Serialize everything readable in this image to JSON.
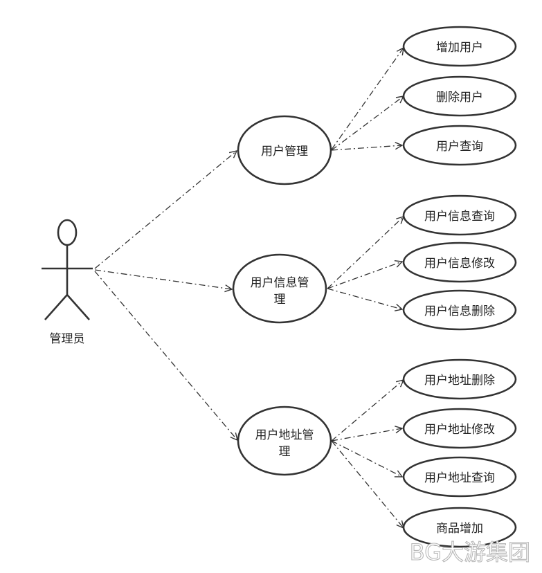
{
  "actor": {
    "label": "管理员"
  },
  "use_cases": {
    "user_mgmt": "用户管理",
    "info_mgmt_line1": "用户信息管",
    "info_mgmt_line2": "理",
    "addr_mgmt_line1": "用户地址管",
    "addr_mgmt_line2": "理",
    "add_user": "增加用户",
    "delete_user": "删除用户",
    "query_user": "用户查询",
    "info_query": "用户信息查询",
    "info_modify": "用户信息修改",
    "info_delete": "用户信息删除",
    "addr_delete": "用户地址删除",
    "addr_modify": "用户地址修改",
    "addr_query": "用户地址查询",
    "product_add": "商品增加"
  },
  "watermark": "BG大游集团",
  "colors": {
    "line": "#333333",
    "background": "#ffffff",
    "watermark": "#b8b8b8"
  }
}
